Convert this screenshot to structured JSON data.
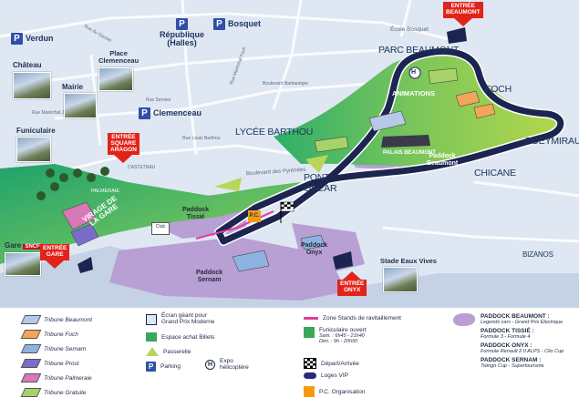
{
  "districts": {
    "parc_beaumont": "PARC BEAUMONT",
    "foch": "FOCH",
    "poeymirau": "POEYMIRAU",
    "lycee_barthou": "LYCÉE BARTHOU",
    "chicane": "CHICANE",
    "pont_oscar": "PONT\nOSCAR",
    "bizanos": "BIZANOS",
    "palais_beaumont": "PALAIS BEAUMONT"
  },
  "streets": {
    "bd_pyrenees": "Boulevard des Pyrénées",
    "castetnau": "CASTETNAU",
    "palmeraie": "PALMERAIE",
    "rue_barthou": "Rue Louis Barthou",
    "ecole_bosquet": "École Bosquet",
    "rue_marechal_joffre": "Rue Maréchal Joffre",
    "bd_barbanegre": "Boulevard Barbanègre",
    "rue_foch": "Rue Maréchal Foch",
    "rue_serviez": "Rue Serviez",
    "rue_gachet": "Rue du Gachet"
  },
  "parkings": {
    "verdun": "Verdun",
    "republique": "République\n(Halles)",
    "bosquet": "Bosquet",
    "clemenceau": "Clemenceau",
    "p": "P"
  },
  "landmarks": {
    "chateau": "Château",
    "mairie": "Mairie",
    "place_clemenceau": "Place\nClemenceau",
    "funiculaire": "Funiculaire",
    "gare": "Gare",
    "sncf": "SNCF",
    "stade_eaux_vives": "Stade Eaux Vives",
    "club": "Club",
    "pc": "P.C.",
    "animations": "ANIMATIONS",
    "h": "H"
  },
  "entrances": {
    "beaumont": "ENTRÉE\nBEAUMONT",
    "square_aragon": "ENTRÉE\nSQUARE\nARAGON",
    "gare": "ENTRÉE\nGARE",
    "onyx": "ENTRÉE\nONYX"
  },
  "zones": {
    "virage_gare": "VIRAGE DE\nLA GARE",
    "paddock_tissie": "Paddock\nTissié",
    "paddock_beaumont": "Paddock\nBeaumont",
    "paddock_onyx": "Paddock\nOnyx",
    "paddock_sernam": "Paddock\nSernam"
  },
  "colors": {
    "track": "#1b2550",
    "track_edge": "#ffffff",
    "green_light": "#a8d34c",
    "green_dark": "#2fae6a",
    "paddock": "#b89fd4",
    "water": "#9fb3d4",
    "red": "#e2231a",
    "parking_blue": "#2f4fa8"
  },
  "legend": {
    "tribunes": [
      {
        "label": "Tribune Beaumont",
        "color": "#b7c8e8"
      },
      {
        "label": "Tribune Foch",
        "color": "#f2a65a"
      },
      {
        "label": "Tribune Sernam",
        "color": "#8fb3e0"
      },
      {
        "label": "Tribune Prost",
        "color": "#7b6cc9"
      },
      {
        "label": "Tribune Palmeraie",
        "color": "#d679b8"
      },
      {
        "label": "Tribune Gratuite",
        "color": "#a7d36a"
      }
    ],
    "middle": [
      {
        "label": "Écran géant pour\nGrand Prix Moderne",
        "icon": "screen-icon"
      },
      {
        "label": "Espace achat Billets",
        "icon": "ticket-icon"
      },
      {
        "label": "Passerelle",
        "icon": "footbridge-icon"
      },
      {
        "label": "Parking",
        "icon": "parking-icon"
      },
      {
        "label": "Expo\nhélicoptère",
        "icon": "helicopter-icon"
      }
    ],
    "right": [
      {
        "label": "Zone Stands de ravitaillement",
        "sub": ""
      },
      {
        "label": "Funiculaire ouvert",
        "sub": "Sam. : 6h45 - 21h40\nDim. : 9h - 20h50"
      },
      {
        "label": "Départ/Arrivée",
        "sub": ""
      },
      {
        "label": "Loges VIP",
        "sub": ""
      },
      {
        "label": "P.C. Organisation",
        "sub": ""
      }
    ],
    "paddocks": [
      {
        "title": "PADDOCK BEAUMONT :",
        "sub": "Legends cars - Grand Prix Électrique"
      },
      {
        "title": "PADDOCK TISSIÉ :",
        "sub": "Formule 3 - Formule 4"
      },
      {
        "title": "PADDOCK ONYX :",
        "sub": "Formule Renault 2.0 ALPS - Clio Cup"
      },
      {
        "title": "PADDOCK SERNAM :",
        "sub": "Twingo Cup - Supertourisme"
      }
    ]
  }
}
